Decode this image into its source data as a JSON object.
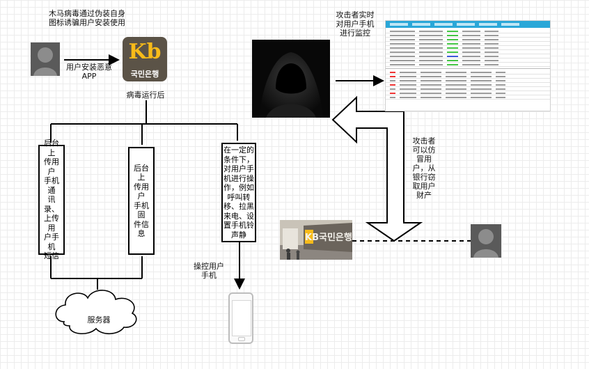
{
  "texts": {
    "title": "木马病毒通过伪装自身图标诱骗用户安装使用",
    "install_label": "用户安装恶意APP",
    "after_run": "病毒运行后",
    "monitor_label": "攻击者实时对用户手机进行监控",
    "impersonate_label": "攻击者可以仿冒用户，从银行窃取用户财产",
    "box1": "后台上\n传用户\n手机通\n讯录、\n上传用\n户手机\n短信",
    "box2": "后台上\n传用户\n手机固\n件信息",
    "box3": "在一定的\n条件下，\n对用户手\n机进行操\n作，例如\n呼叫转\n移、拉黑\n来电、设\n置手机铃\n声静",
    "control_label": "操控用户手机",
    "server_label": "服务器",
    "kb_logo": "Kb",
    "kb_name": "국민은행",
    "bank_sign": "KB국민은행"
  },
  "colors": {
    "kb_dark": "#5b5347",
    "kb_yellow": "#f8bb19",
    "monitor_header": "#2aa7d8",
    "avatar_gray": "#5a5a5a"
  },
  "icons": [
    "user-avatar-icon",
    "kb-bank-app-icon",
    "hacker-image",
    "monitor-screenshot",
    "smartphone-icon",
    "cloud-icon",
    "bank-photo",
    "arrow-icon"
  ]
}
